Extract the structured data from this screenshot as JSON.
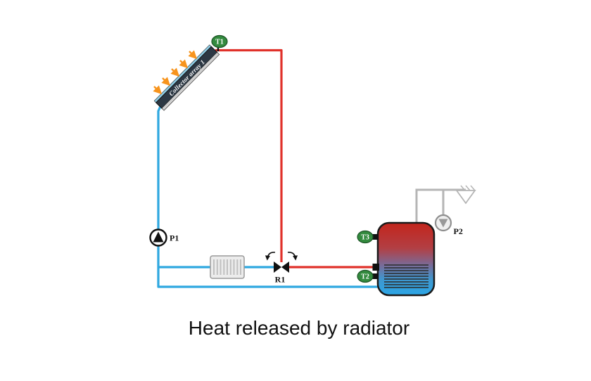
{
  "title_caption": "Heat released by radiator",
  "collector": {
    "label": "Collector array 1"
  },
  "sensors": {
    "t1": {
      "label": "T1"
    },
    "t2": {
      "label": "T2"
    },
    "t3": {
      "label": "T3"
    }
  },
  "pumps": {
    "p1": {
      "label": "P1"
    },
    "p2": {
      "label": "P2"
    }
  },
  "valve": {
    "label": "R1"
  },
  "colors": {
    "hot_pipe_red": "#e0312a",
    "cold_pipe_blue": "#2fa8e0",
    "sensor_green": "#338a3e",
    "sun_ray_orange": "#f7941d",
    "secondary_loop_gray": "#b5b5b5",
    "tank_hot_top": "#c3251c",
    "tank_cold_bottom": "#2ba6e6",
    "valve_black": "#111111"
  }
}
